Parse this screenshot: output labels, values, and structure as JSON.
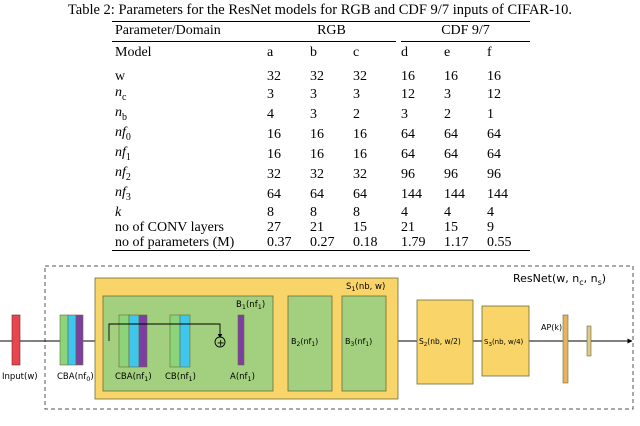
{
  "caption": "Table 2: Parameters for the ResNet models for RGB and CDF 9/7 inputs of CIFAR-10.",
  "table": {
    "header": {
      "param_domain": "Parameter/Domain",
      "rgb": "RGB",
      "cdf": "CDF 9/7"
    },
    "model_row": {
      "label": "Model",
      "cols": [
        "a",
        "b",
        "c",
        "d",
        "e",
        "f"
      ]
    },
    "rows": [
      {
        "label": "w",
        "values": [
          "32",
          "32",
          "32",
          "16",
          "16",
          "16"
        ]
      },
      {
        "label": "n",
        "sub": "c",
        "values": [
          "3",
          "3",
          "3",
          "12",
          "3",
          "12"
        ]
      },
      {
        "label": "n",
        "sub": "b",
        "values": [
          "4",
          "3",
          "2",
          "3",
          "2",
          "1"
        ]
      },
      {
        "label": "nf",
        "sub": "0",
        "values": [
          "16",
          "16",
          "16",
          "64",
          "64",
          "64"
        ]
      },
      {
        "label": "nf",
        "sub": "1",
        "values": [
          "16",
          "16",
          "16",
          "64",
          "64",
          "64"
        ]
      },
      {
        "label": "nf",
        "sub": "2",
        "values": [
          "32",
          "32",
          "32",
          "96",
          "96",
          "96"
        ]
      },
      {
        "label": "nf",
        "sub": "3",
        "values": [
          "64",
          "64",
          "64",
          "144",
          "144",
          "144"
        ]
      },
      {
        "label": "k",
        "values": [
          "8",
          "8",
          "8",
          "4",
          "4",
          "4"
        ]
      },
      {
        "label": "no of CONV layers",
        "values": [
          "27",
          "21",
          "15",
          "21",
          "15",
          "9"
        ]
      },
      {
        "label": "no of parameters (M)",
        "values": [
          "0.37",
          "0.27",
          "0.18",
          "1.79",
          "1.17",
          "0.55"
        ]
      }
    ]
  },
  "diagram": {
    "resnet_label": "ResNet(w, n",
    "resnet_sub1": "c",
    "resnet_sep": ", n",
    "resnet_sub2": "s",
    "resnet_close": ")",
    "input_label": "Input(w)",
    "cba_outer_label": "CBA(nf",
    "cba_outer_sub": "0",
    "b1_label": "B",
    "b1_sub": "1",
    "b1_arg": "(nf",
    "b1_arg_sub": "1",
    "cba_inner_label": "CBA(nf",
    "cba_inner_sub": "1",
    "cb_label": "CB(nf",
    "cb_sub": "1",
    "a_label": "A(nf",
    "a_sub": "1",
    "s1_label": "S",
    "s1_sub": "1",
    "s1_arg": "(nb, w)",
    "b2_label": "B",
    "b2_sub": "2",
    "b2_arg": "(nf",
    "b2_arg_sub": "1",
    "b3_label": "B",
    "b3_sub": "3",
    "b3_arg": "(nf",
    "b3_arg_sub": "1",
    "s2_label": "S",
    "s2_sub": "2",
    "s2_arg": "(nb, w/2)",
    "s3_label": "S",
    "s3_sub": "3",
    "s3_arg": "(nb, w/4)",
    "ap_label": "AP(k)",
    "plus_symbol": "+",
    "close_paren": ")",
    "colors": {
      "input_red": "#e8454f",
      "stage_yellow": "#f9d469",
      "block_green": "#a2d07e",
      "conv_green": "#8cd47a",
      "bn_cyan": "#3ec6ec",
      "act_purple": "#7b3fa1",
      "pool_orange": "#e7b45c",
      "dense_tan": "#dfc98c",
      "stroke_dark": "#6b6b3a",
      "dash_gray": "#555555"
    }
  }
}
